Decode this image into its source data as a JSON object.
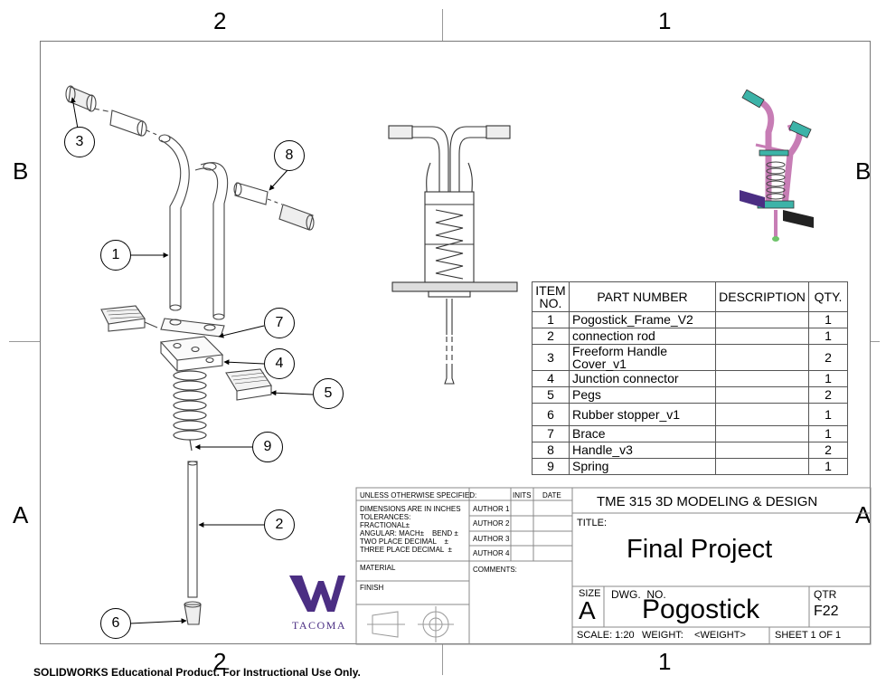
{
  "zones": {
    "top": [
      "2",
      "1"
    ],
    "bottom": [
      "2",
      "1"
    ],
    "left": [
      "B",
      "A"
    ],
    "right": [
      "B",
      "A"
    ]
  },
  "balloons": [
    "3",
    "8",
    "1",
    "7",
    "4",
    "5",
    "9",
    "2",
    "6"
  ],
  "bom": {
    "headers": {
      "item_line1": "ITEM",
      "item_line2": "NO.",
      "part": "PART NUMBER",
      "description": "DESCRIPTION",
      "qty": "QTY."
    },
    "rows": [
      {
        "item": "1",
        "part": "Pogostick_Frame_V2",
        "description": "",
        "qty": "1"
      },
      {
        "item": "2",
        "part": "connection rod",
        "description": "",
        "qty": "1"
      },
      {
        "item": "3",
        "part": "Freeform Handle Cover_v1",
        "description": "",
        "qty": "2"
      },
      {
        "item": "4",
        "part": "Junction connector",
        "description": "",
        "qty": "1"
      },
      {
        "item": "5",
        "part": "Pegs",
        "description": "",
        "qty": "2"
      },
      {
        "item": "6",
        "part": "Rubber stopper_v1",
        "description": "",
        "qty": "1"
      },
      {
        "item": "7",
        "part": "Brace",
        "description": "",
        "qty": "1"
      },
      {
        "item": "8",
        "part": "Handle_v3",
        "description": "",
        "qty": "2"
      },
      {
        "item": "9",
        "part": "Spring",
        "description": "",
        "qty": "1"
      }
    ]
  },
  "title_block": {
    "unless": "UNLESS OTHERWISE SPECIFIED:",
    "inits": "INITS",
    "date": "DATE",
    "dimensions": "DIMENSIONS ARE IN INCHES",
    "tolerances": "TOLERANCES:",
    "fractional": "FRACTIONAL±",
    "angular": "ANGULAR: MACH±    BEND ±",
    "two_place": "TWO PLACE DECIMAL    ±",
    "three_place": "THREE PLACE DECIMAL  ±",
    "authors": [
      "AUTHOR 1",
      "AUTHOR 2",
      "AUTHOR 3",
      "AUTHOR 4"
    ],
    "material": "MATERIAL",
    "finish": "FINISH",
    "comments": "COMMENTS:",
    "course": "TME 315 3D MODELING & DESIGN",
    "title_label": "TITLE:",
    "title": "Final Project",
    "size_label": "SIZE",
    "size": "A",
    "dwg_no_label": "DWG.  NO.",
    "dwg_no": "Pogostick",
    "qtr_label": "QTR",
    "qtr": "F22",
    "scale": "SCALE: 1:20",
    "weight": "WEIGHT:    <WEIGHT>",
    "sheet": "SHEET 1 OF 1"
  },
  "logo": {
    "letter": "W",
    "text": "TACOMA",
    "color": "#4b2e83"
  },
  "footer": "SOLIDWORKS Educational Product. For Instructional Use Only.",
  "colors": {
    "handle": "#3cb3a8",
    "frame": "#c77db5",
    "peg": "#4b2e83",
    "stopper": "#6fc46b",
    "frame_line": "#777777"
  }
}
